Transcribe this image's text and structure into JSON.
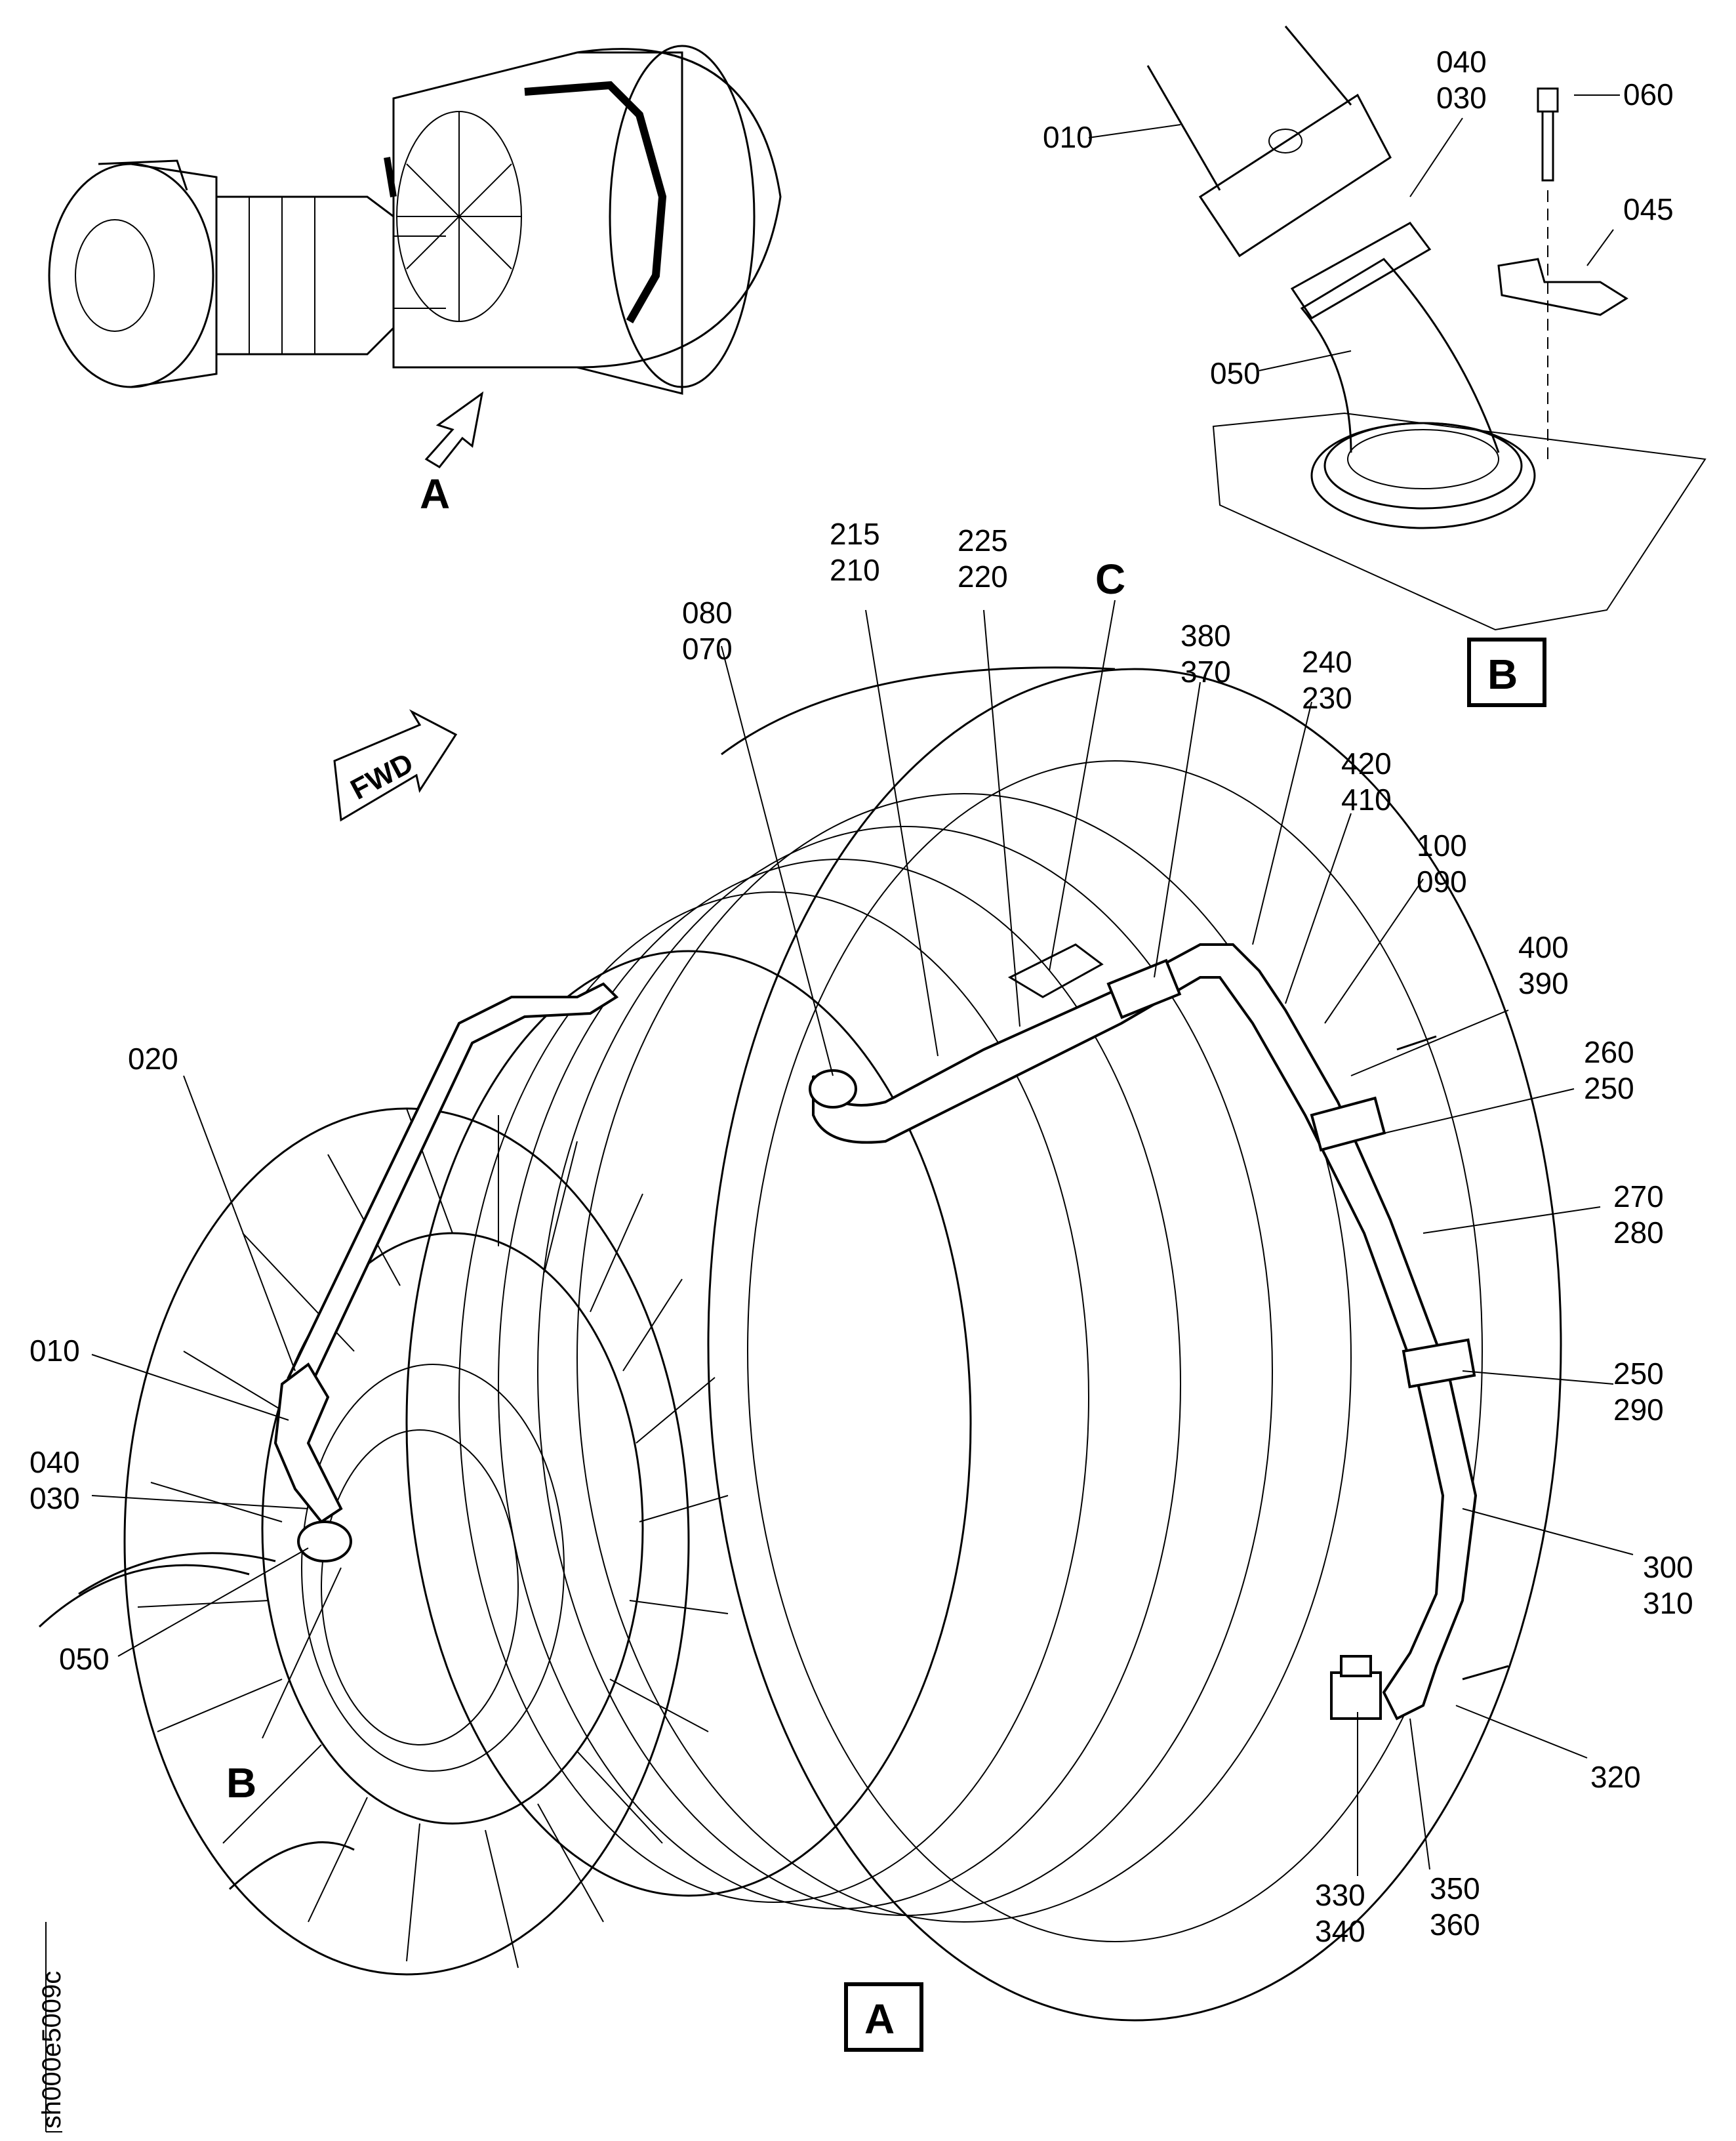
{
  "drawing_id": "sh000e5009c",
  "views": {
    "a": "A",
    "b": "B",
    "c": "C",
    "fwd": "FWD"
  },
  "overview": {
    "view_arrow_label": "A"
  },
  "detail_b": {
    "labels": [
      "010",
      "040",
      "030",
      "060",
      "045",
      "050"
    ]
  },
  "main_view": {
    "labels": [
      "215",
      "210",
      "225",
      "220",
      "080",
      "070",
      "380",
      "370",
      "240",
      "230",
      "420",
      "410",
      "100",
      "090",
      "400",
      "390",
      "260",
      "250",
      "270",
      "280",
      "250",
      "290",
      "300",
      "310",
      "320",
      "330",
      "340",
      "350",
      "360",
      "020",
      "010",
      "040",
      "030",
      "050",
      "B"
    ]
  }
}
